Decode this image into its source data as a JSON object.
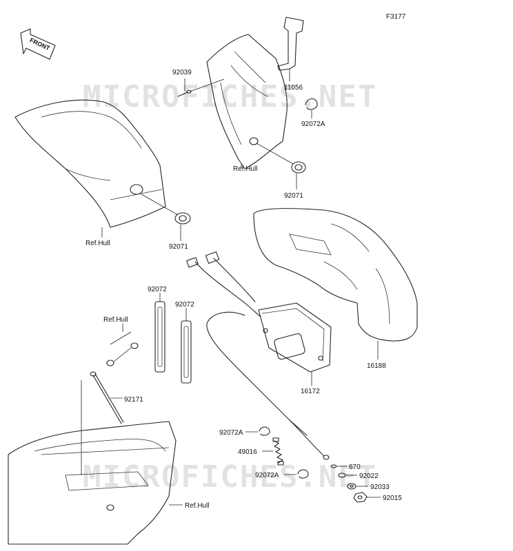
{
  "diagram": {
    "figure_code": "F3177",
    "direction_label": "FRONT",
    "watermark": "MICROFICHES.NET",
    "parts": [
      {
        "id": "p-11056",
        "number": "11056"
      },
      {
        "id": "p-92039",
        "number": "92039"
      },
      {
        "id": "p-92072a-top",
        "number": "92072A"
      },
      {
        "id": "p-refhull-top",
        "number": "Ref.Hull"
      },
      {
        "id": "p-92071-right",
        "number": "92071"
      },
      {
        "id": "p-refhull-left",
        "number": "Ref.Hull"
      },
      {
        "id": "p-92071-left",
        "number": "92071"
      },
      {
        "id": "p-92072-a",
        "number": "92072"
      },
      {
        "id": "p-92072-b",
        "number": "92072"
      },
      {
        "id": "p-refhull-mid",
        "number": "Ref.Hull"
      },
      {
        "id": "p-92171",
        "number": "92171"
      },
      {
        "id": "p-16172",
        "number": "16172"
      },
      {
        "id": "p-16188",
        "number": "16188"
      },
      {
        "id": "p-92072a-mid",
        "number": "92072A"
      },
      {
        "id": "p-49016",
        "number": "49016"
      },
      {
        "id": "p-92072a-low",
        "number": "92072A"
      },
      {
        "id": "p-670",
        "number": "670"
      },
      {
        "id": "p-92022",
        "number": "92022"
      },
      {
        "id": "p-92033",
        "number": "92033"
      },
      {
        "id": "p-92015",
        "number": "92015"
      },
      {
        "id": "p-refhull-bottom",
        "number": "Ref.Hull"
      }
    ]
  }
}
